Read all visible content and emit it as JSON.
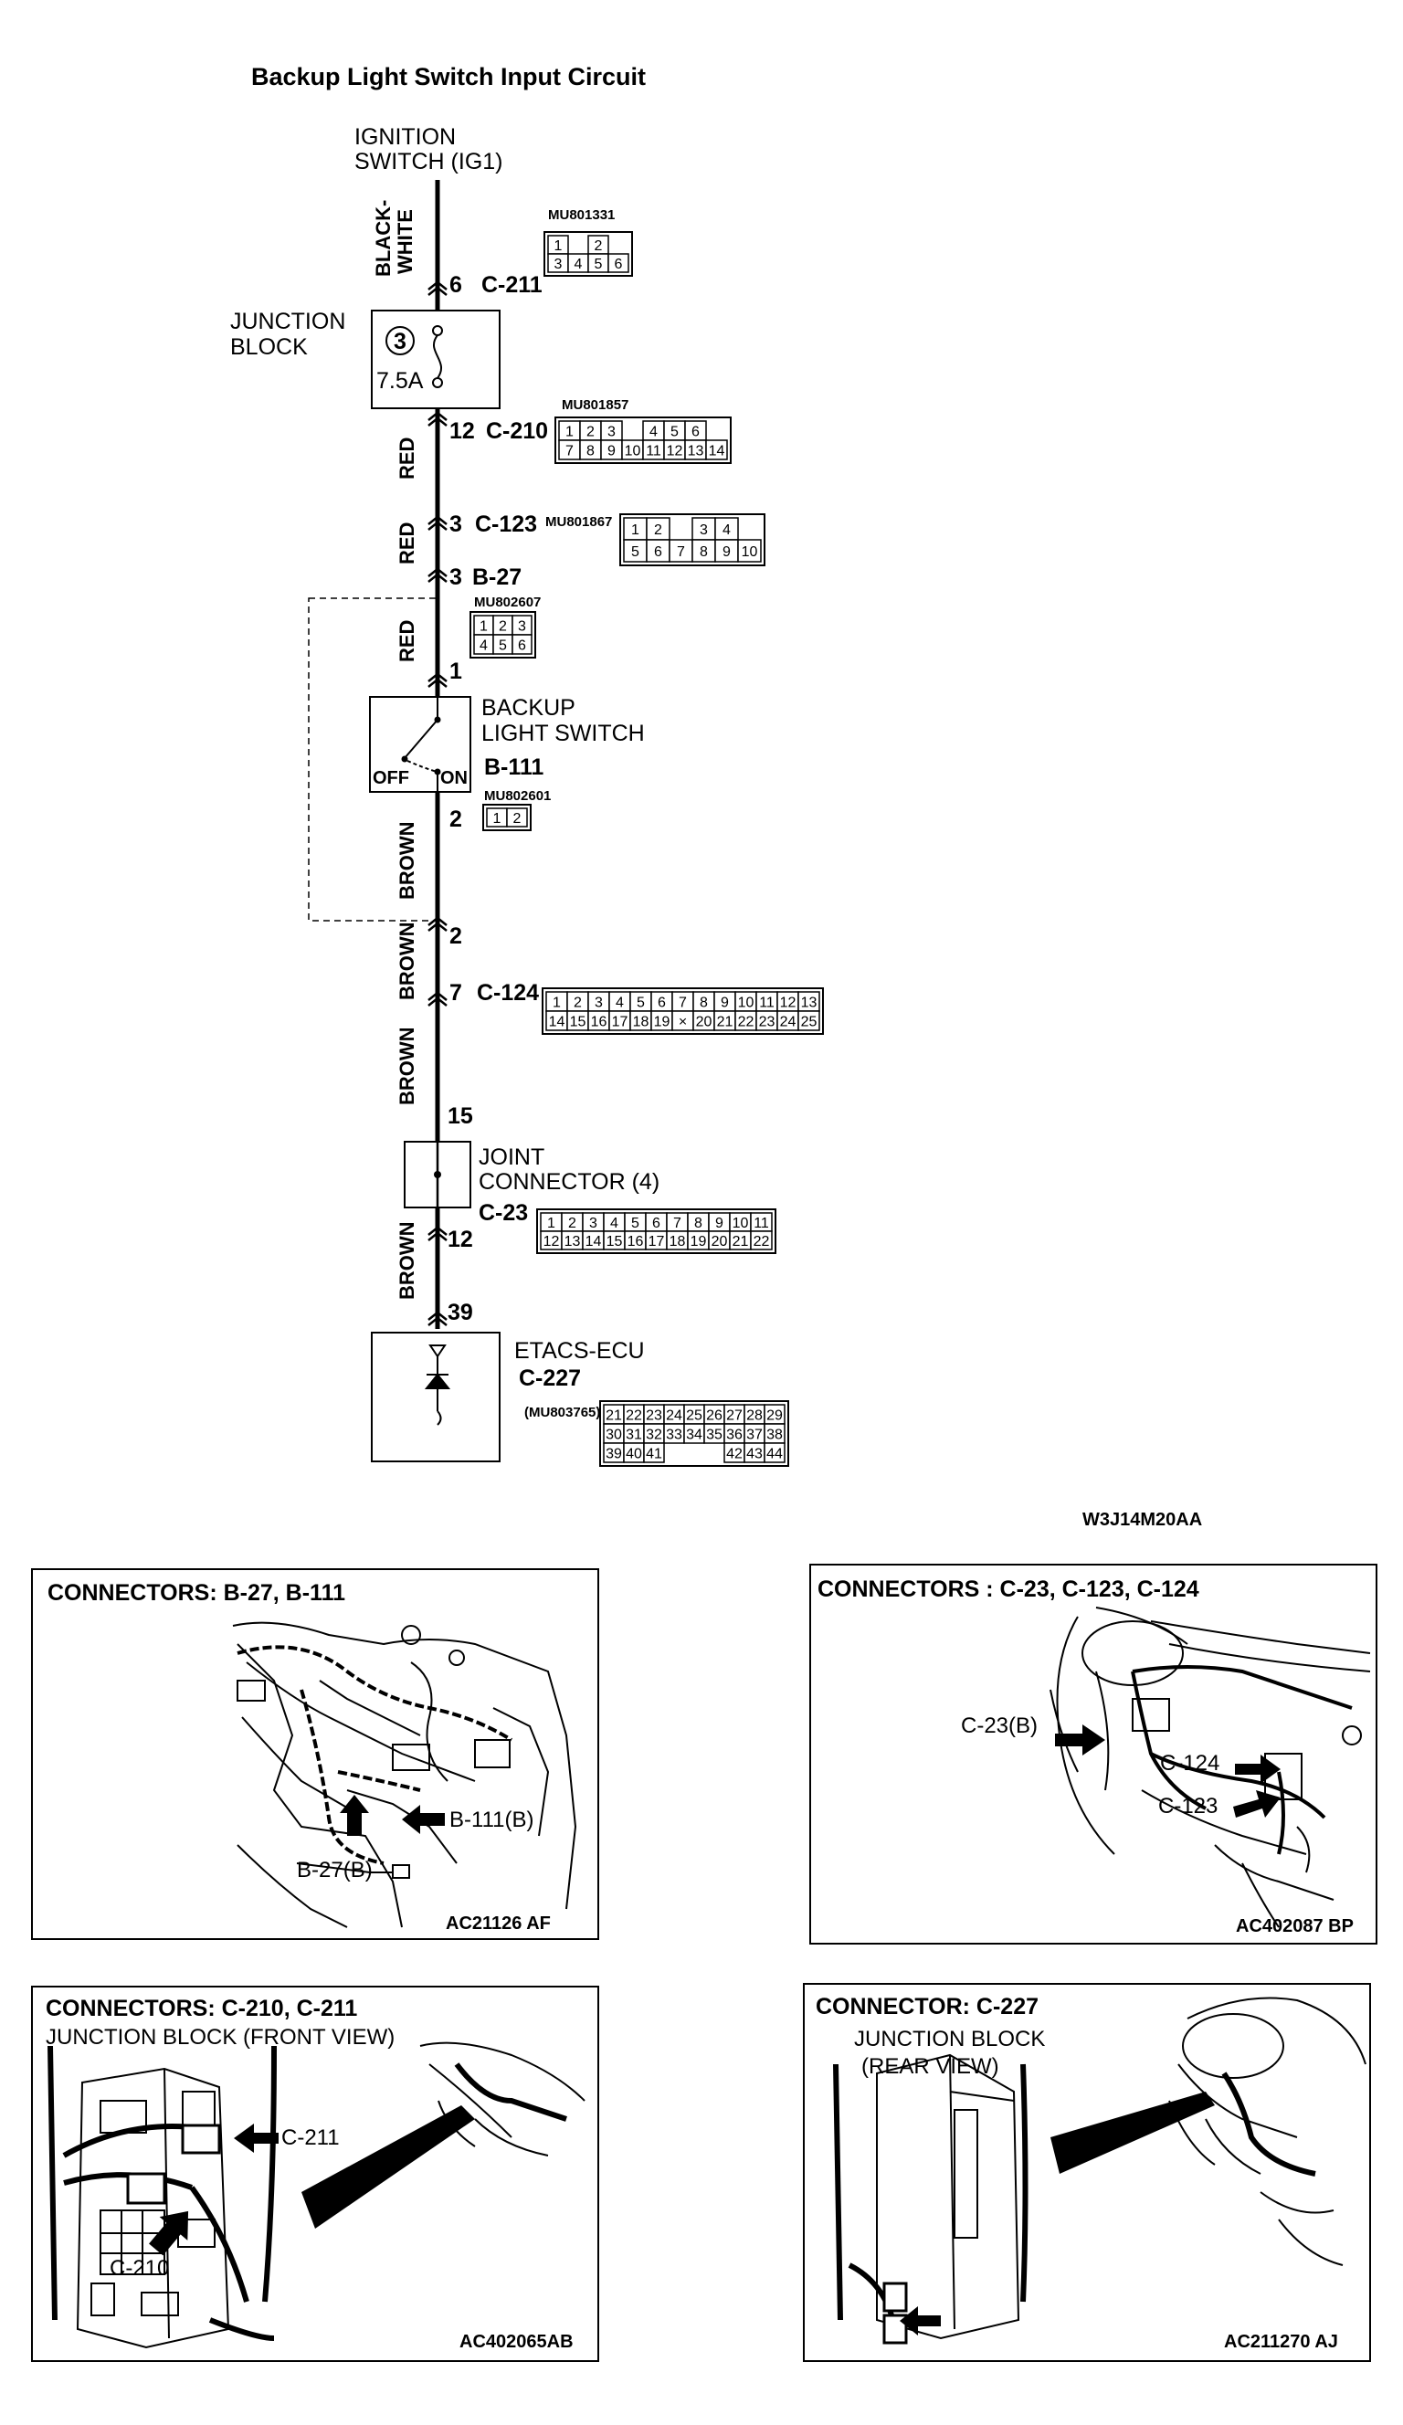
{
  "title": "Backup Light Switch Input Circuit",
  "figure_code": "W3J14M20AA",
  "circuit": {
    "ignition_line1": "IGNITION",
    "ignition_line2": "SWITCH (IG1)",
    "junction_block_line1": "JUNCTION",
    "junction_block_line2": "BLOCK",
    "fuse_number": "3",
    "fuse_rating": "7.5A",
    "backup_switch_line1": "BACKUP",
    "backup_switch_line2": "LIGHT SWITCH",
    "switch_off": "OFF",
    "switch_on": "ON",
    "joint_connector_line1": "JOINT",
    "joint_connector_line2": "CONNECTOR (4)",
    "etacs_label": "ETACS-ECU",
    "wire_colors": {
      "black_white_line1": "BLACK-",
      "black_white_line2": "WHITE",
      "red": "RED",
      "brown": "BROWN"
    },
    "pins": {
      "c211": "6",
      "c210": "12",
      "c123": "3",
      "b27_top": "3",
      "b111_top": "1",
      "b111_bottom": "2",
      "b27_bottom": "2",
      "c124": "7",
      "c23_top": "15",
      "c23_bottom": "12",
      "c227": "39"
    },
    "connectors": {
      "c211": "C-211",
      "c210": "C-210",
      "c123": "C-123",
      "b27": "B-27",
      "b111": "B-111",
      "c124": "C-124",
      "c23": "C-23",
      "c227": "C-227"
    },
    "part_numbers": {
      "c211": "MU801331",
      "c210": "MU801857",
      "c123": "MU801867",
      "b27": "MU802607",
      "b111": "MU802601",
      "c227": "(MU803765)"
    },
    "connector_pins": {
      "c211": [
        [
          "1",
          "",
          "2"
        ],
        [
          "3",
          "4",
          "5",
          "6"
        ]
      ],
      "c210": [
        [
          "1",
          "2",
          "3",
          "",
          "4",
          "5",
          "6"
        ],
        [
          "7",
          "8",
          "9",
          "10",
          "11",
          "12",
          "13",
          "14"
        ]
      ],
      "c123": [
        [
          "1",
          "2",
          "",
          "3",
          "4"
        ],
        [
          "5",
          "6",
          "7",
          "8",
          "9",
          "10"
        ]
      ],
      "b27": [
        [
          "1",
          "2",
          "3"
        ],
        [
          "4",
          "5",
          "6"
        ]
      ],
      "b111": [
        [
          "1",
          "2"
        ]
      ],
      "c124": [
        [
          "1",
          "2",
          "3",
          "4",
          "5",
          "6",
          "7",
          "8",
          "9",
          "10",
          "11",
          "12",
          "13"
        ],
        [
          "14",
          "15",
          "16",
          "17",
          "18",
          "19",
          "×",
          "20",
          "21",
          "22",
          "23",
          "24",
          "25"
        ]
      ],
      "c23": [
        [
          "1",
          "2",
          "3",
          "4",
          "5",
          "6",
          "7",
          "8",
          "9",
          "10",
          "11"
        ],
        [
          "12",
          "13",
          "14",
          "15",
          "16",
          "17",
          "18",
          "19",
          "20",
          "21",
          "22"
        ]
      ],
      "c227": [
        [
          "21",
          "22",
          "23",
          "24",
          "25",
          "26",
          "27",
          "28",
          "29"
        ],
        [
          "30",
          "31",
          "32",
          "33",
          "34",
          "35",
          "36",
          "37",
          "38"
        ],
        [
          "39",
          "40",
          "41",
          "",
          "",
          "",
          "42",
          "43",
          "44"
        ]
      ]
    }
  },
  "panels": [
    {
      "title": "CONNECTORS: B-27, B-111",
      "subtitle_lines": [],
      "callouts": [
        "B-111(B)",
        "B-27(B)"
      ],
      "code": "AC21126 AF"
    },
    {
      "title": "CONNECTORS : C-23, C-123, C-124",
      "subtitle_lines": [],
      "callouts": [
        "C-23(B)",
        "C-124",
        "C-123"
      ],
      "code": "AC402087 BP"
    },
    {
      "title": "CONNECTORS: C-210, C-211",
      "subtitle_lines": [
        "JUNCTION BLOCK (FRONT VIEW)"
      ],
      "callouts": [
        "C-211",
        "C-210"
      ],
      "code": "AC402065AB"
    },
    {
      "title": "CONNECTOR: C-227",
      "subtitle_lines": [
        "JUNCTION BLOCK",
        "(REAR VIEW)"
      ],
      "callouts": [],
      "code": "AC211270 AJ"
    }
  ]
}
